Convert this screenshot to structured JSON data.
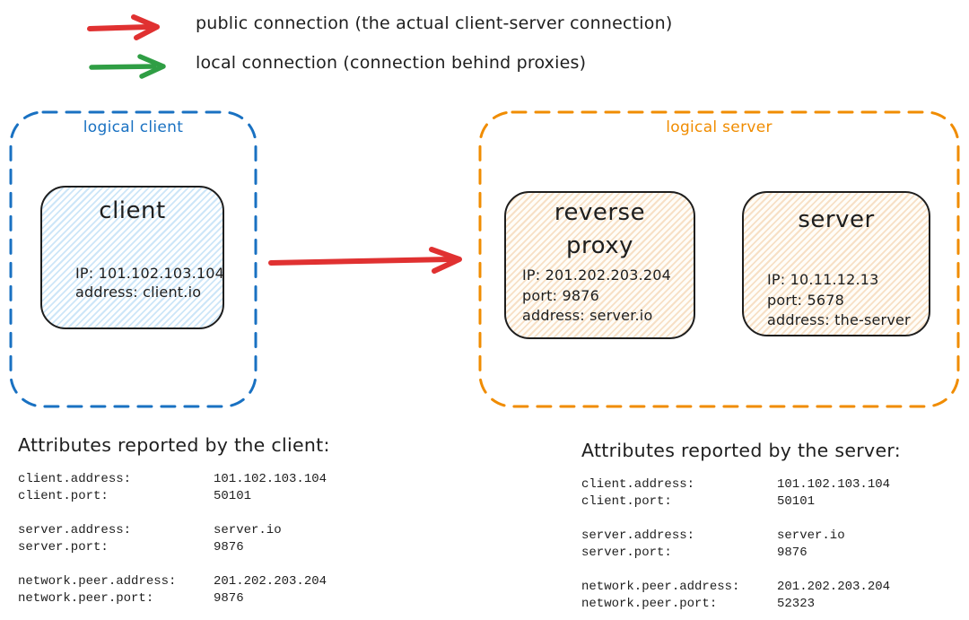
{
  "colors": {
    "public_connection": "#e03131",
    "local_connection": "#2f9e44",
    "logical_client_outline": "#1971c2",
    "logical_server_outline": "#f08c00",
    "ink": "#1e1e1e"
  },
  "legend": {
    "public_label": "public connection (the actual client-server connection)",
    "local_label": "local connection (connection behind proxies)"
  },
  "diagram": {
    "logical_client": {
      "label": "logical client",
      "client_node": {
        "title": "client",
        "lines": [
          "IP: 101.102.103.104",
          "address: client.io"
        ]
      }
    },
    "logical_server": {
      "label": "logical server",
      "reverse_proxy_node": {
        "title": "reverse proxy",
        "lines": [
          "IP: 201.202.203.204",
          "port: 9876",
          "address: server.io"
        ]
      },
      "server_node": {
        "title": "server",
        "lines": [
          "IP: 10.11.12.13",
          "port: 5678",
          "address: the-server"
        ]
      }
    }
  },
  "client_attributes": {
    "title": "Attributes reported by the client:",
    "rows": [
      {
        "key": "client.address:",
        "value": "101.102.103.104"
      },
      {
        "key": "client.port:",
        "value": "50101"
      },
      {
        "key": "server.address:",
        "value": "server.io"
      },
      {
        "key": "server.port:",
        "value": "9876"
      },
      {
        "key": "network.peer.address:",
        "value": "201.202.203.204"
      },
      {
        "key": "network.peer.port:",
        "value": "9876"
      }
    ]
  },
  "server_attributes": {
    "title": "Attributes reported by the server:",
    "rows": [
      {
        "key": "client.address:",
        "value": "101.102.103.104"
      },
      {
        "key": "client.port:",
        "value": "50101"
      },
      {
        "key": "server.address:",
        "value": "server.io"
      },
      {
        "key": "server.port:",
        "value": "9876"
      },
      {
        "key": "network.peer.address:",
        "value": "201.202.203.204"
      },
      {
        "key": "network.peer.port:",
        "value": "52323"
      }
    ]
  }
}
